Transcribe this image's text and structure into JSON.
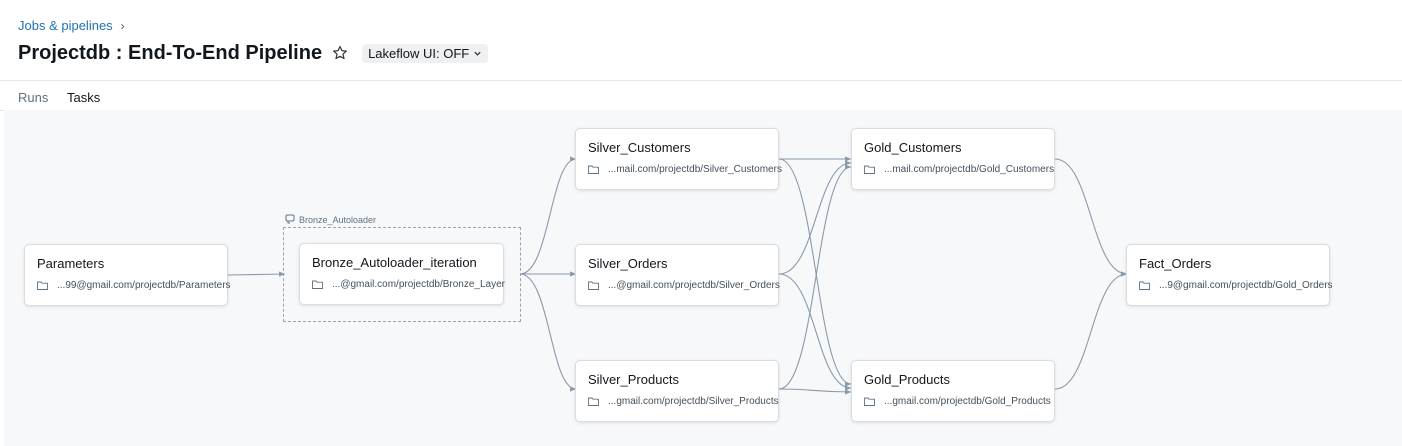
{
  "breadcrumb": {
    "link": "Jobs & pipelines",
    "separator": "›"
  },
  "header": {
    "title": "Projectdb : End-To-End Pipeline",
    "toggle_label": "Lakeflow UI: OFF"
  },
  "tabs": [
    {
      "label": "Runs"
    },
    {
      "label": "Tasks",
      "active": true
    }
  ],
  "group": {
    "label": "Bronze_Autoloader"
  },
  "tasks": {
    "parameters": {
      "name": "Parameters",
      "path": "...99@gmail.com/projectdb/Parameters"
    },
    "bronze": {
      "name": "Bronze_Autoloader_iteration",
      "path": "...@gmail.com/projectdb/Bronze_Layer"
    },
    "silver_customers": {
      "name": "Silver_Customers",
      "path": "...mail.com/projectdb/Silver_Customers"
    },
    "silver_orders": {
      "name": "Silver_Orders",
      "path": "...@gmail.com/projectdb/Silver_Orders"
    },
    "silver_products": {
      "name": "Silver_Products",
      "path": "...gmail.com/projectdb/Silver_Products"
    },
    "gold_customers": {
      "name": "Gold_Customers",
      "path": "...mail.com/projectdb/Gold_Customers"
    },
    "gold_products": {
      "name": "Gold_Products",
      "path": "...gmail.com/projectdb/Gold_Products"
    },
    "fact_orders": {
      "name": "Fact_Orders",
      "path": "...9@gmail.com/projectdb/Gold_Orders"
    }
  },
  "icons": {
    "star": "star-icon",
    "chevron": "chevron-down-icon",
    "folder": "folder-icon",
    "group": "loop-icon"
  },
  "colors": {
    "link": "#2272b4",
    "edge": "#8a9aab",
    "canvas": "#f7f8f9"
  }
}
